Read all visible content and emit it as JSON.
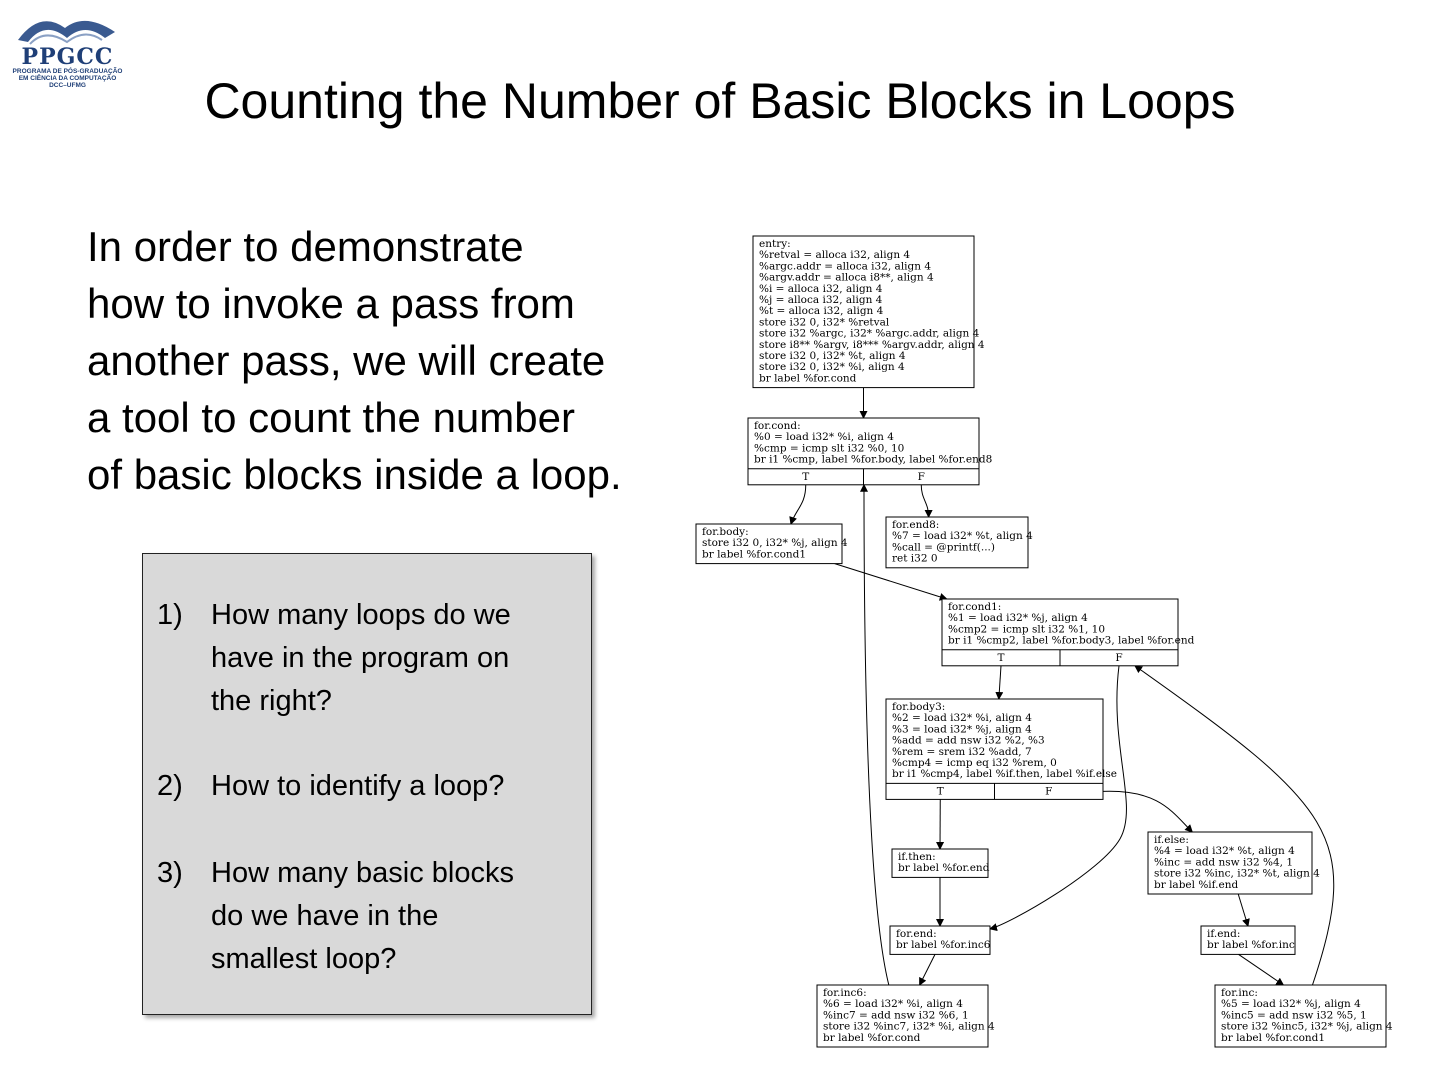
{
  "logo": {
    "name": "PPGCC",
    "line1": "PROGRAMA DE PÓS-GRADUAÇÃO",
    "line2": "EM CIÊNCIA DA COMPUTAÇÃO",
    "line3": "DCC–UFMG"
  },
  "title": "Counting the Number of Basic Blocks in Loops",
  "intro": [
    "In order to demonstrate",
    "how to invoke a pass from",
    "another pass, we will create",
    "a tool to count the number",
    "of basic blocks inside a loop."
  ],
  "questions": [
    {
      "num": "1)",
      "lines": [
        "How many loops do we",
        "have in the program on",
        "the right?"
      ]
    },
    {
      "num": "2)",
      "lines": [
        "How to identify a loop?"
      ]
    },
    {
      "num": "3)",
      "lines": [
        "How many basic blocks",
        "do we have in the",
        "smallest loop?"
      ]
    }
  ],
  "cfg": {
    "nodes": [
      {
        "id": "entry",
        "lines": [
          "entry:",
          " %retval = alloca i32, align 4",
          " %argc.addr = alloca i32, align 4",
          " %argv.addr = alloca i8**, align 4",
          " %i = alloca i32, align 4",
          " %j = alloca i32, align 4",
          " %t = alloca i32, align 4",
          " store i32 0, i32* %retval",
          " store i32 %argc, i32* %argc.addr, align 4",
          " store i8** %argv, i8*** %argv.addr, align 4",
          " store i32 0, i32* %t, align 4",
          " store i32 0, i32* %i, align 4",
          " br label %for.cond"
        ]
      },
      {
        "id": "for.cond",
        "lines": [
          "for.cond:",
          " %0 = load i32* %i, align 4",
          " %cmp = icmp slt i32 %0, 10",
          " br i1 %cmp, label %for.body, label %for.end8"
        ],
        "branches": [
          "T",
          "F"
        ]
      },
      {
        "id": "for.body",
        "lines": [
          "for.body:",
          " store i32 0, i32* %j, align 4",
          " br label %for.cond1"
        ]
      },
      {
        "id": "for.end8",
        "lines": [
          "for.end8:",
          " %7 = load i32* %t, align 4",
          " %call = @printf(...)",
          " ret i32 0"
        ]
      },
      {
        "id": "for.cond1",
        "lines": [
          "for.cond1:",
          " %1 = load i32* %j, align 4",
          " %cmp2 = icmp slt i32 %1, 10",
          " br i1 %cmp2, label %for.body3, label %for.end"
        ],
        "branches": [
          "T",
          "F"
        ]
      },
      {
        "id": "for.body3",
        "lines": [
          "for.body3:",
          " %2 = load i32* %i, align 4",
          " %3 = load i32* %j, align 4",
          " %add = add nsw i32 %2, %3",
          " %rem = srem i32 %add, 7",
          " %cmp4 = icmp eq i32 %rem, 0",
          " br i1 %cmp4, label %if.then, label %if.else"
        ],
        "branches": [
          "T",
          "F"
        ]
      },
      {
        "id": "if.else",
        "lines": [
          "if.else:",
          " %4 = load i32* %t, align 4",
          " %inc = add nsw i32 %4, 1",
          " store i32 %inc, i32* %t, align 4",
          " br label %if.end"
        ]
      },
      {
        "id": "if.then",
        "lines": [
          "if.then:",
          " br label %for.end"
        ]
      },
      {
        "id": "for.end",
        "lines": [
          "for.end:",
          " br label %for.inc6"
        ]
      },
      {
        "id": "if.end",
        "lines": [
          "if.end:",
          " br label %for.inc"
        ]
      },
      {
        "id": "for.inc6",
        "lines": [
          "for.inc6:",
          " %6 = load i32* %i, align 4",
          " %inc7 = add nsw i32 %6, 1",
          " store i32 %inc7, i32* %i, align 4",
          " br label %for.cond"
        ]
      },
      {
        "id": "for.inc",
        "lines": [
          "for.inc:",
          " %5 = load i32* %j, align 4",
          " %inc5 = add nsw i32 %5, 1",
          " store i32 %inc5, i32* %j, align 4",
          " br label %for.cond1"
        ]
      }
    ]
  }
}
